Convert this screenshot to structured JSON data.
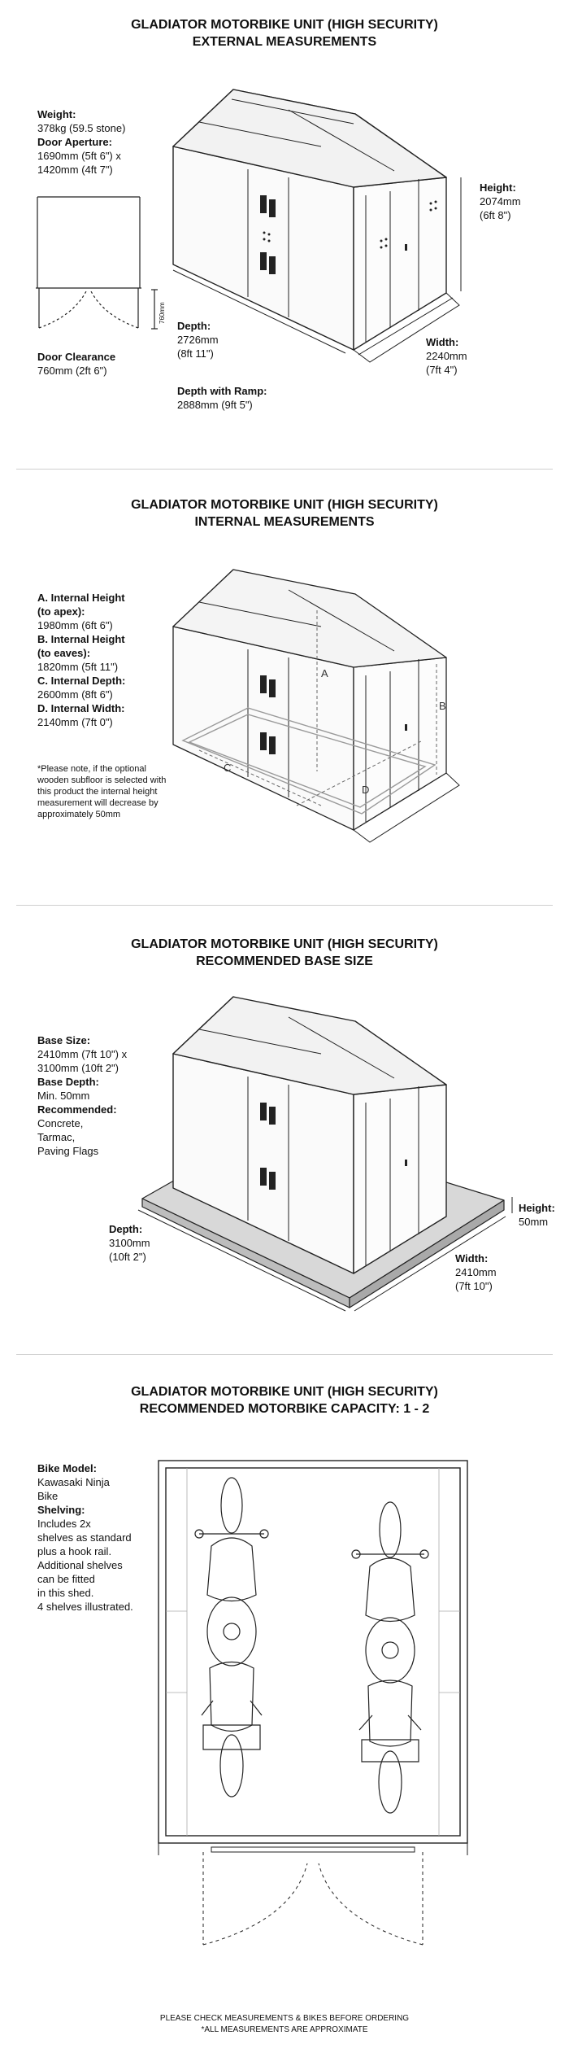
{
  "sections": {
    "external": {
      "title_line1": "GLADIATOR MOTORBIKE UNIT (HIGH SECURITY)",
      "title_line2": "EXTERNAL MEASUREMENTS",
      "weight_label": "Weight:",
      "weight_value": "378kg (59.5 stone)",
      "aperture_label": "Door Aperture:",
      "aperture_value1": "1690mm (5ft 6\") x",
      "aperture_value2": "1420mm (4ft 7\")",
      "clearance_label": "Door Clearance",
      "clearance_value": "760mm (2ft 6\")",
      "clearance_dim": "760mm",
      "height_label": "Height:",
      "height_value1": "2074mm",
      "height_value2": "(6ft 8\")",
      "depth_label": "Depth:",
      "depth_value1": "2726mm",
      "depth_value2": "(8ft 11\")",
      "width_label": "Width:",
      "width_value1": "2240mm",
      "width_value2": "(7ft 4\")",
      "ramp_label": "Depth with Ramp:",
      "ramp_value": "2888mm (9ft 5\")"
    },
    "internal": {
      "title_line1": "GLADIATOR MOTORBIKE UNIT (HIGH SECURITY)",
      "title_line2": "INTERNAL MEASUREMENTS",
      "a_label1": "A. Internal Height",
      "a_label2": "(to apex):",
      "a_value": "1980mm (6ft 6\")",
      "b_label1": "B. Internal Height",
      "b_label2": "(to eaves):",
      "b_value": "1820mm (5ft 11\")",
      "c_label": "C. Internal Depth:",
      "c_value": "2600mm (8ft 6\")",
      "d_label": "D. Internal Width:",
      "d_value": "2140mm (7ft 0\")",
      "note": "*Please note, if the optional wooden subfloor is selected with this product the internal height measurement will decrease by approximately 50mm",
      "letter_a": "A",
      "letter_b": "B",
      "letter_c": "C",
      "letter_d": "D"
    },
    "base": {
      "title_line1": "GLADIATOR MOTORBIKE UNIT (HIGH SECURITY)",
      "title_line2": "RECOMMENDED BASE SIZE",
      "size_label": "Base Size:",
      "size_value1": "2410mm (7ft 10\") x",
      "size_value2": "3100mm (10ft 2\")",
      "bdepth_label": "Base Depth:",
      "bdepth_value": "Min. 50mm",
      "rec_label": "Recommended:",
      "rec_value1": "Concrete,",
      "rec_value2": "Tarmac,",
      "rec_value3": "Paving Flags",
      "height_label": "Height:",
      "height_value": "50mm",
      "depth_label": "Depth:",
      "depth_value1": "3100mm",
      "depth_value2": "(10ft 2\")",
      "width_label": "Width:",
      "width_value1": "2410mm",
      "width_value2": "(7ft 10\")"
    },
    "capacity": {
      "title_line1": "GLADIATOR MOTORBIKE UNIT (HIGH SECURITY)",
      "title_line2": "RECOMMENDED MOTORBIKE CAPACITY: 1 - 2",
      "bike_label": "Bike Model:",
      "bike_value1": "Kawasaki Ninja",
      "bike_value2": "Bike",
      "shelving_label": "Shelving:",
      "shelving_value1": "Includes 2x",
      "shelving_value2": "shelves as standard",
      "shelving_value3": "plus a hook rail.",
      "shelving_value4": "Additional shelves",
      "shelving_value5": "can be fitted",
      "shelving_value6": "in this shed.",
      "shelving_value7": "4 shelves illustrated."
    }
  },
  "footer": {
    "line1": "PLEASE CHECK MEASUREMENTS & BIKES BEFORE ORDERING",
    "line2": "*ALL MEASUREMENTS ARE APPROXIMATE"
  }
}
